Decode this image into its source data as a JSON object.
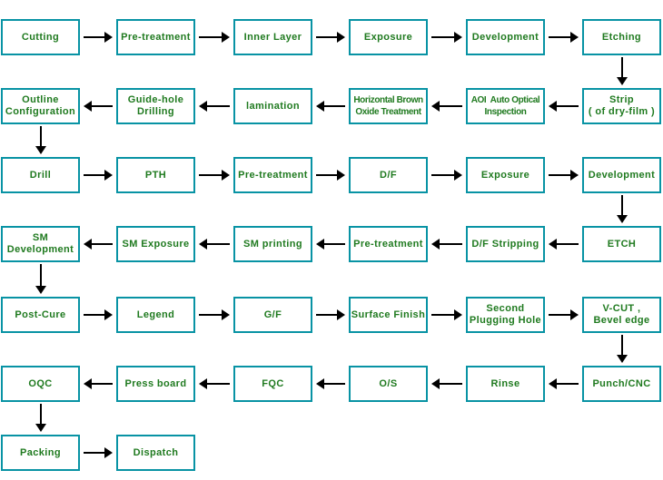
{
  "diagram": {
    "colors": {
      "box_border": "#0893a4",
      "label_text": "#1f7a1f",
      "arrow": "#000000",
      "background": "#ffffff"
    },
    "rows": [
      {
        "direction": "right",
        "nodes": [
          {
            "label": "Cutting"
          },
          {
            "label": "Pre-treatment"
          },
          {
            "label": "Inner Layer"
          },
          {
            "label": "Exposure"
          },
          {
            "label": "Development"
          },
          {
            "label": "Etching"
          }
        ]
      },
      {
        "direction": "left",
        "nodes": [
          {
            "label": "Outline\nConfiguration"
          },
          {
            "label": "Guide-hole\nDrilling"
          },
          {
            "label": "lamination"
          },
          {
            "label": "Horizontal Brown\nOxide Treatment",
            "size": "sm"
          },
          {
            "label": "AOI  Auto Optical\nInspection",
            "size": "sm"
          },
          {
            "label": "Strip\n( of dry-film )"
          }
        ]
      },
      {
        "direction": "right",
        "nodes": [
          {
            "label": "Drill"
          },
          {
            "label": "PTH"
          },
          {
            "label": "Pre-treatment"
          },
          {
            "label": "D/F"
          },
          {
            "label": "Exposure"
          },
          {
            "label": "Development"
          }
        ]
      },
      {
        "direction": "left",
        "nodes": [
          {
            "label": "SM\nDevelopment"
          },
          {
            "label": "SM Exposure"
          },
          {
            "label": "SM printing"
          },
          {
            "label": "Pre-treatment"
          },
          {
            "label": "D/F Stripping"
          },
          {
            "label": "ETCH"
          }
        ]
      },
      {
        "direction": "right",
        "nodes": [
          {
            "label": "Post-Cure"
          },
          {
            "label": "Legend"
          },
          {
            "label": "G/F"
          },
          {
            "label": "Surface Finish"
          },
          {
            "label": "Second\nPlugging Hole"
          },
          {
            "label": "V-CUT ,\nBevel edge"
          }
        ]
      },
      {
        "direction": "left",
        "nodes": [
          {
            "label": "OQC"
          },
          {
            "label": "Press board"
          },
          {
            "label": "FQC"
          },
          {
            "label": "O/S"
          },
          {
            "label": "Rinse"
          },
          {
            "label": "Punch/CNC"
          }
        ]
      },
      {
        "direction": "right",
        "nodes": [
          {
            "label": "Packing"
          },
          {
            "label": "Dispatch"
          }
        ]
      }
    ],
    "vertical_connectors": [
      {
        "from_row": 0,
        "side": "right"
      },
      {
        "from_row": 1,
        "side": "left"
      },
      {
        "from_row": 2,
        "side": "right"
      },
      {
        "from_row": 3,
        "side": "left"
      },
      {
        "from_row": 4,
        "side": "right"
      },
      {
        "from_row": 5,
        "side": "left"
      }
    ]
  }
}
